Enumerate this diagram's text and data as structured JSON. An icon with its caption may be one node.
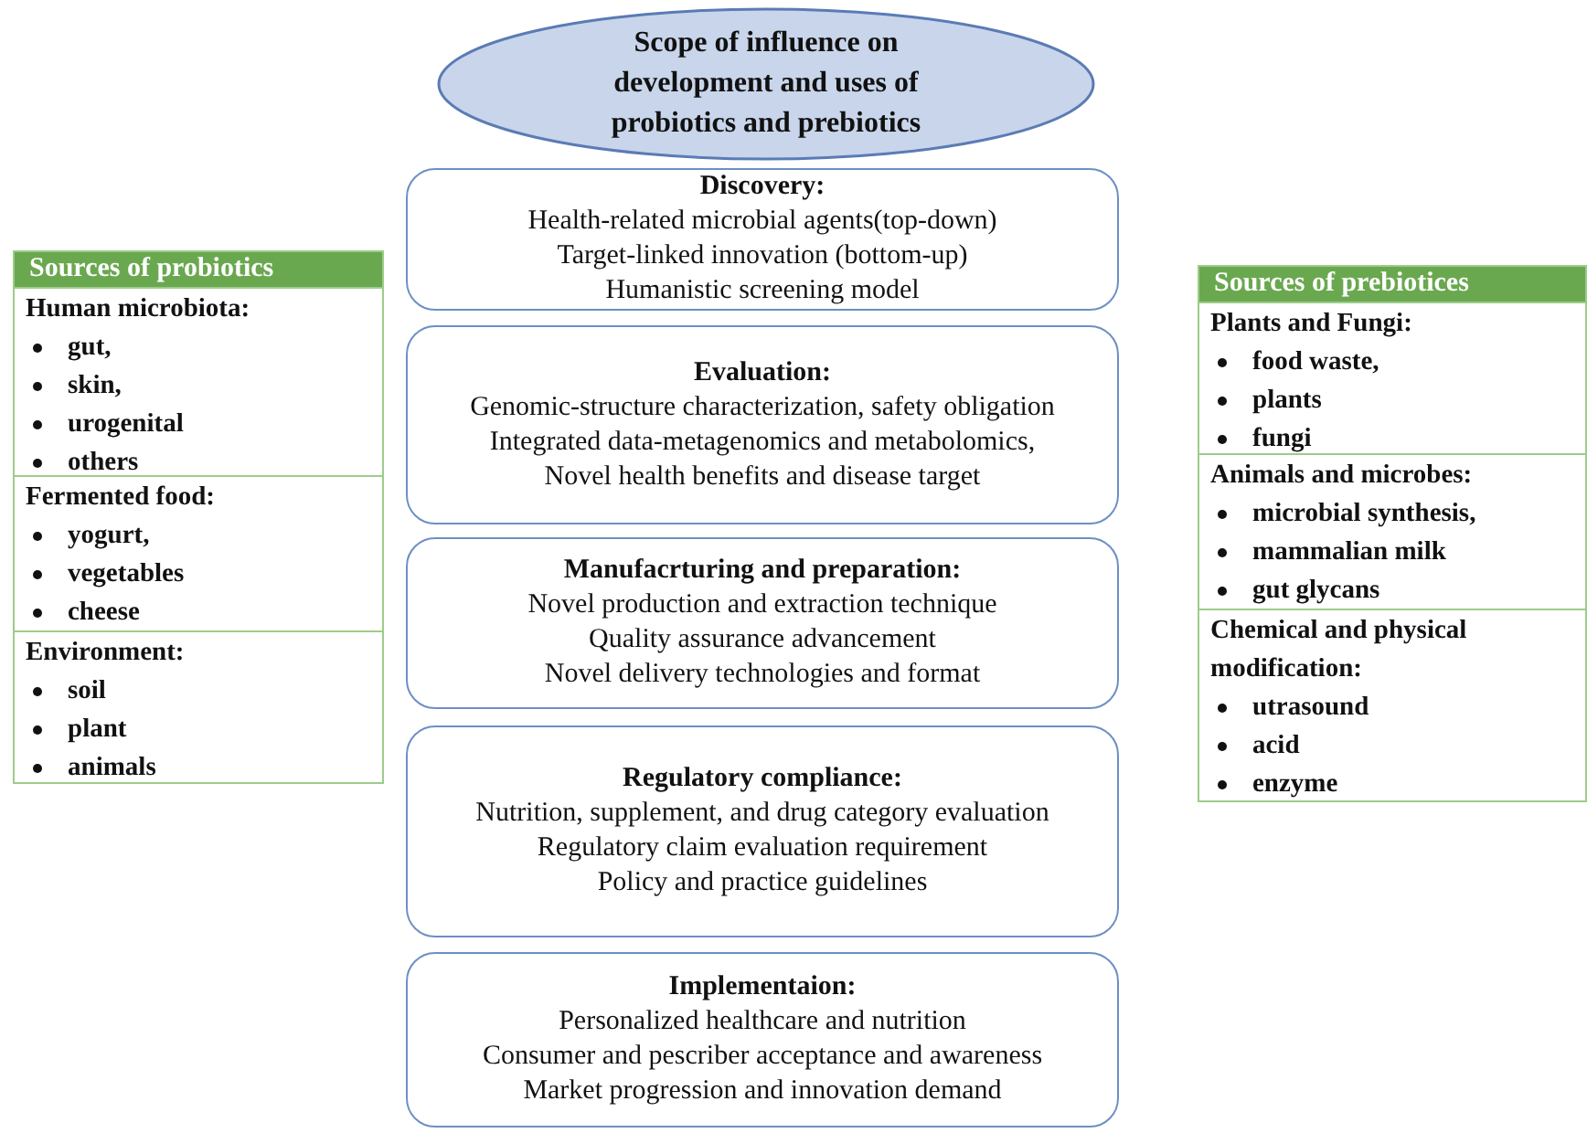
{
  "diagram": {
    "nodes": [
      {
        "text": [
          "Scope of influence on development and uses of probiotics and prebiotics"
        ]
      },
      {
        "text": [
          "Discovery:",
          "Health-related microbial agents(top-down)",
          "Target-linked innovation (bottom-up)",
          "Humanistic screening model"
        ]
      },
      {
        "text": [
          "Evaluation:",
          "Genomic-structure characterization, safety obligation",
          "Integrated data-metagenomics and metabolomics,",
          "Novel health benefits and disease target"
        ]
      },
      {
        "text": [
          "Manufacrturing and preparation:",
          "Novel production and extraction technique",
          "Quality assurance advancement",
          "Novel delivery technologies and format"
        ]
      },
      {
        "text": [
          "Regulatory compliance:",
          "Nutrition, supplement, and drug category evaluation",
          "Regulatory claim evaluation requirement",
          "Policy and practice guidelines"
        ]
      },
      {
        "text": [
          "Implementaion:",
          "Personalized healthcare and nutrition",
          "Consumer and pescriber acceptance and awareness",
          "Market progression and innovation demand"
        ]
      },
      {
        "text": [
          "Sources of probiotics"
        ]
      },
      {
        "text": [
          "Human microbiota:",
          "gut,",
          "skin,",
          "urogenital",
          "others"
        ],
        "in": 6
      },
      {
        "text": [
          "Fermented food:",
          "yogurt,",
          "vegetables",
          "cheese"
        ],
        "in": 6
      },
      {
        "text": [
          "Environment:",
          "soil",
          "plant",
          "animals"
        ],
        "in": 6
      },
      {
        "text": [
          "Sources of prebiotices"
        ]
      },
      {
        "text": [
          "Plants and Fungi:",
          "food waste,",
          "plants",
          "fungi"
        ],
        "in": 10
      },
      {
        "text": [
          "Animals and microbes:",
          "microbial synthesis,",
          "mammalian milk",
          "gut glycans"
        ],
        "in": 10
      },
      {
        "text": [
          "Chemical and physical modification:",
          "utrasound",
          "acid",
          "enzyme"
        ],
        "in": 10
      }
    ]
  }
}
